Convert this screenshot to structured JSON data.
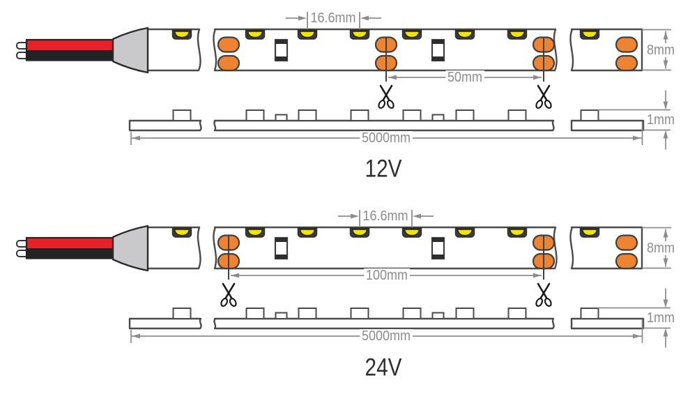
{
  "title": "LED flexible strip cutting and dimension diagram",
  "colors": {
    "background": "#ffffff",
    "strip_outline": "#4a4a4a",
    "strip_fill": "#ffffff",
    "led_yellow": "#f2e400",
    "led_base": "#3b3b3b",
    "pad_orange": "#ee8432",
    "resistor_body": "#ffffff",
    "resistor_cap": "#2d2d2d",
    "connector_gray": "#c9c9cb",
    "wire_red": "#e8202a",
    "wire_black": "#232325",
    "wire_tip": "#ffffff",
    "dimension_gray": "#8c8c8c",
    "cut_line": "#3f3f3f",
    "scissors_black": "#151515",
    "label_dark": "#2d2d2d"
  },
  "diagrams": [
    {
      "id": "12v",
      "voltage": "12V",
      "pitch_label": "16.6mm",
      "cut_label": "50mm",
      "reel_label": "5000mm",
      "width_label": "8mm",
      "thickness_label": "1mm"
    },
    {
      "id": "24v",
      "voltage": "24V",
      "pitch_label": "16.6mm",
      "cut_label": "100mm",
      "reel_label": "5000mm",
      "width_label": "8mm",
      "thickness_label": "1mm"
    }
  ]
}
